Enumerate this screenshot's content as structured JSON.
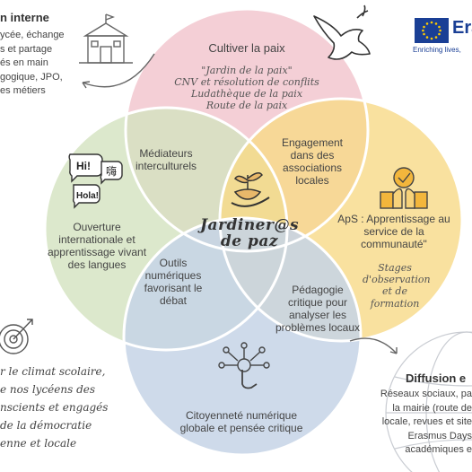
{
  "circles": {
    "top_title": "Cultiver la paix",
    "top_items": [
      "\"Jardin de la paix\"",
      "CNV et résolution de conflits",
      "Ludathèque de la paix",
      "Route de la paix"
    ],
    "left_title": "Ouverture internationale et apprentissage vivant des langues",
    "right_title": "ApS : Apprentissage au service de la communauté\"",
    "right_sub": "Stages d'observation et de formation",
    "bottom_title": "Citoyenneté numérique globale et pensée critique"
  },
  "overlaps": {
    "top_left": "Médiateurs interculturels",
    "top_right": "Engagement dans des associations locales",
    "bottom_left": "Outils numériques favorisant le débat",
    "bottom_right": "Pédagogie critique pour analyser les problèmes locaux"
  },
  "center": {
    "line1": "Jardiner@s",
    "line2": "de paz"
  },
  "bubbles": {
    "b1": "Hi!",
    "b2": "嗨",
    "b3": "Hola!"
  },
  "corner_top_left": {
    "title": "n interne",
    "lines": [
      "ycée, échange",
      "s et partage",
      "és en main",
      "gogique, JPO,",
      "es métiers"
    ]
  },
  "corner_bottom_left": {
    "lines": [
      "r le climat scolaire,",
      "e nos lycéens des",
      "nscients et engagés",
      "de la démocratie",
      "enne et locale"
    ]
  },
  "corner_bottom_right": {
    "title": "Diffusion e",
    "lines": [
      "Réseaux sociaux, pa",
      "la mairie (route de",
      "locale, revues et site",
      "Erasmus Days",
      "académiques e"
    ]
  },
  "eu": {
    "brand": "Era",
    "tagline": "Enriching lives,"
  },
  "colors": {
    "top": "#f2c7cf",
    "left": "#d3e2bf",
    "right": "#f8d987",
    "bottom": "#c6d3e6",
    "eu_blue": "#1a3f95",
    "eu_star": "#ffcc00"
  }
}
